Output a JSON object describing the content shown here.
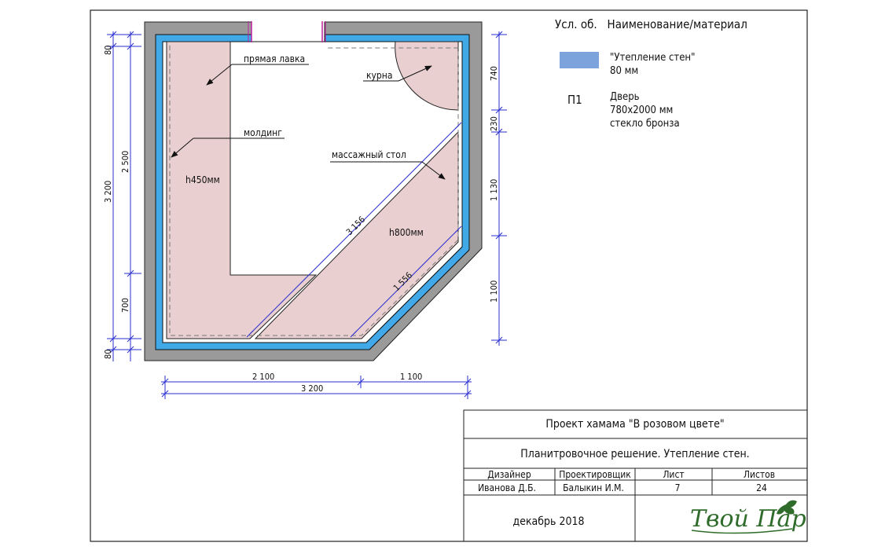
{
  "legend": {
    "header": "Усл. об.   Наименование/материал",
    "insulation": {
      "swatch_color": "#7da3dc",
      "line1": "\"Утепление стен\"",
      "line2": "80 мм"
    },
    "door": {
      "symbol": "П1",
      "line1": "Дверь",
      "line2": "780х2000 мм",
      "line3": "стекло бронза"
    }
  },
  "plan": {
    "labels": {
      "bench": "прямая лавка",
      "kurna": "курна",
      "molding": "молдинг",
      "massage_table": "массажный стол",
      "h450": "h450мм",
      "h800": "h800мм"
    },
    "dims": {
      "left_total": "3 200",
      "left_80_top": "80",
      "left_2500": "2 500",
      "left_700": "700",
      "left_80_bottom": "80",
      "right_740": "740",
      "right_230": "230",
      "right_1130": "1 130",
      "right_1100": "1 100",
      "bottom_2100": "2 100",
      "bottom_1100": "1 100",
      "bottom_3200": "3 200",
      "diag_3156": "3 156",
      "diag_1556": "1 556"
    },
    "colors": {
      "wall": "#9a9a9a",
      "insulation": "#41a9e8",
      "bench_fill": "#e9cfcf",
      "dim_line": "#2a2fd0"
    }
  },
  "title_block": {
    "project": "Проект хамама \"В розовом цвете\"",
    "sheet_title": "Планитровочное решение. Утепление стен.",
    "col_designer": "Дизайнер",
    "col_engineer": "Проектировщик",
    "col_sheet": "Лист",
    "col_sheets": "Листов",
    "designer": "Иванова Д.Б.",
    "engineer": "Балыкин И.М.",
    "sheet": "7",
    "sheets": "24",
    "date": "декабрь 2018",
    "logo": "Твой Пар"
  }
}
